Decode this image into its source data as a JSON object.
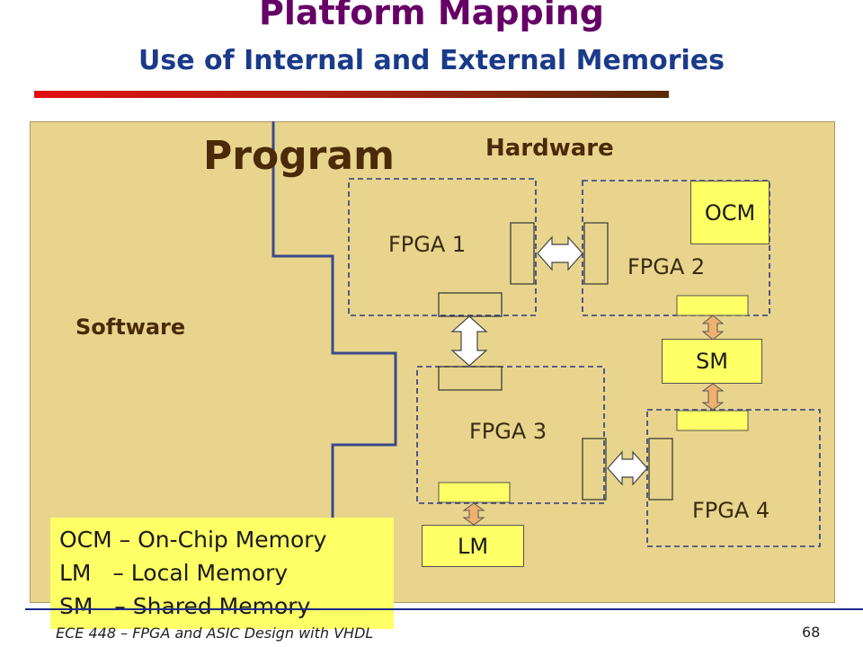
{
  "slide": {
    "title": "Platform Mapping",
    "subtitle": "Use of Internal and External Memories"
  },
  "diagram": {
    "program_label": "Program",
    "hardware_label": "Hardware",
    "software_label": "Software",
    "fpgas": [
      "FPGA 1",
      "FPGA 2",
      "FPGA 3",
      "FPGA 4"
    ],
    "memories": {
      "ocm": "OCM",
      "sm": "SM",
      "lm": "LM"
    }
  },
  "legend": {
    "lines": [
      "OCM – On-Chip Memory",
      "LM   – Local Memory",
      "SM   – Shared Memory"
    ]
  },
  "footer": {
    "course": "ECE 448 – FPGA and ASIC Design with VHDL",
    "page": "68"
  },
  "colors": {
    "title": "#660066",
    "subtitle": "#1a3a8a",
    "panel": "#e8d48c",
    "memory_fill": "#ffff66",
    "partition_line": "#3a4a8a",
    "bus_arrow": "#f0b070"
  }
}
